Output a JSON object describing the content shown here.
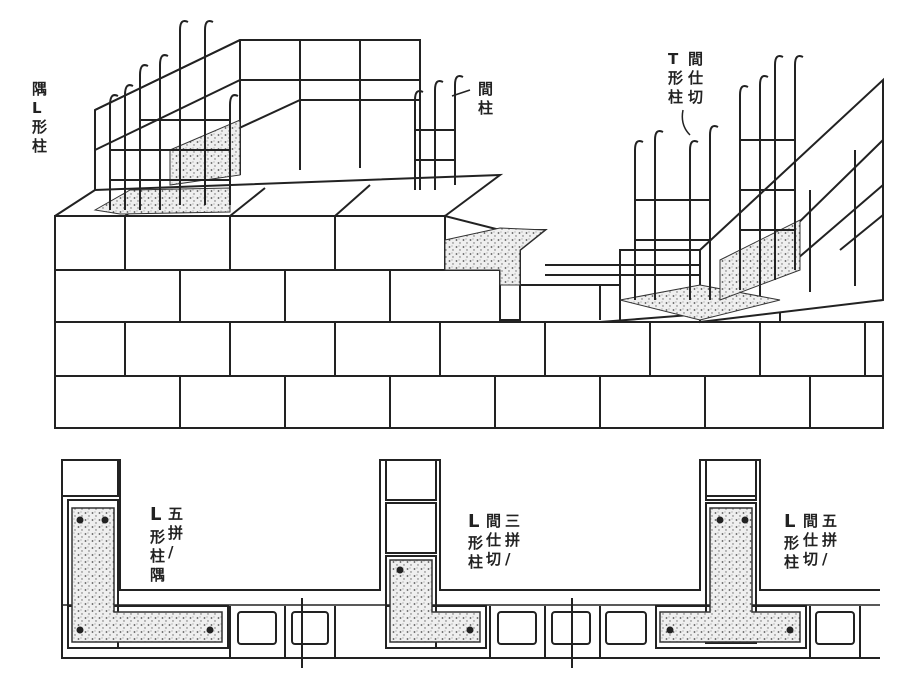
{
  "labels": {
    "corner_l_column": "隅\nL\n形\n柱",
    "mid_column": "間\n柱",
    "t_column": "T\n形\n柱",
    "t_column_sub": "間\n仕\n切",
    "plan_left_a": "L",
    "plan_left_b": "五\n拼\n/",
    "plan_left_c": "形\n柱\n隅",
    "plan_mid_a": "L",
    "plan_mid_b": "三\n拼\n/",
    "plan_mid_c": "間\n仕\n切",
    "plan_mid_d": "形\n柱",
    "plan_right_a": "L",
    "plan_right_b": "五\n拼\n/",
    "plan_right_c": "間\n仕\n切",
    "plan_right_d": "形\n柱"
  },
  "colors": {
    "line": "#222222",
    "concrete": "#bdbdbd",
    "background": "#ffffff"
  }
}
